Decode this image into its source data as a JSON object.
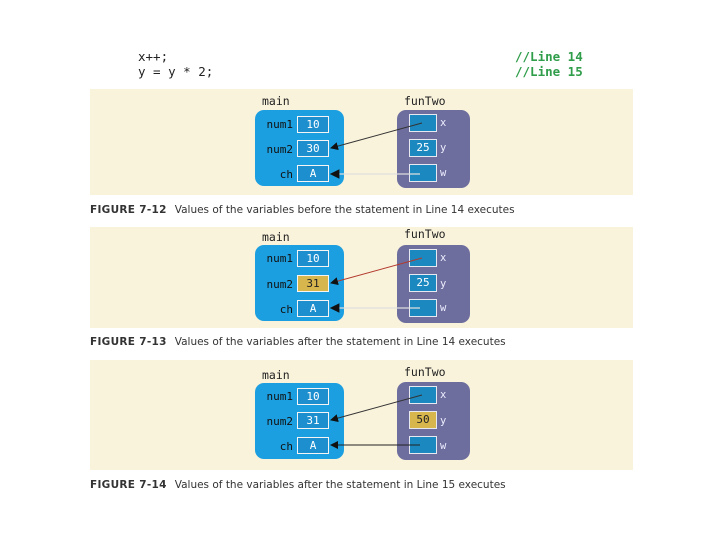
{
  "code": {
    "line1": "x++;",
    "line2": "y = y * 2;",
    "comment1": "//Line 14",
    "comment2": "//Line 15"
  },
  "figures": [
    {
      "fig_number": "FIGURE 7-12",
      "caption": "Values of the variables before the statement in Line 14 executes",
      "main_label": "main",
      "fun_label": "funTwo",
      "main_vars": [
        {
          "name": "num1",
          "value": "10"
        },
        {
          "name": "num2",
          "value": "30"
        },
        {
          "name": "ch",
          "value": "A"
        }
      ],
      "fun_params": [
        {
          "name": "x",
          "value": ""
        },
        {
          "name": "y",
          "value": "25"
        },
        {
          "name": "w",
          "value": ""
        }
      ]
    },
    {
      "fig_number": "FIGURE 7-13",
      "caption": "Values of the variables after the statement in Line 14 executes",
      "main_label": "main",
      "fun_label": "funTwo",
      "main_vars": [
        {
          "name": "num1",
          "value": "10"
        },
        {
          "name": "num2",
          "value": "31"
        },
        {
          "name": "ch",
          "value": "A"
        }
      ],
      "fun_params": [
        {
          "name": "x",
          "value": ""
        },
        {
          "name": "y",
          "value": "25"
        },
        {
          "name": "w",
          "value": ""
        }
      ]
    },
    {
      "fig_number": "FIGURE 7-14",
      "caption": "Values of the variables after the statement in Line 15 executes",
      "main_label": "main",
      "fun_label": "funTwo",
      "main_vars": [
        {
          "name": "num1",
          "value": "10"
        },
        {
          "name": "num2",
          "value": "31"
        },
        {
          "name": "ch",
          "value": "A"
        }
      ],
      "fun_params": [
        {
          "name": "x",
          "value": ""
        },
        {
          "name": "y",
          "value": "50"
        },
        {
          "name": "w",
          "value": ""
        }
      ]
    }
  ],
  "colors": {
    "main_scope": "#1c9fe0",
    "fun_scope": "#6d6d9e",
    "highlight": "#d7b64e",
    "panel_bg": "#faf3dc",
    "comment": "#2f9d4a"
  }
}
